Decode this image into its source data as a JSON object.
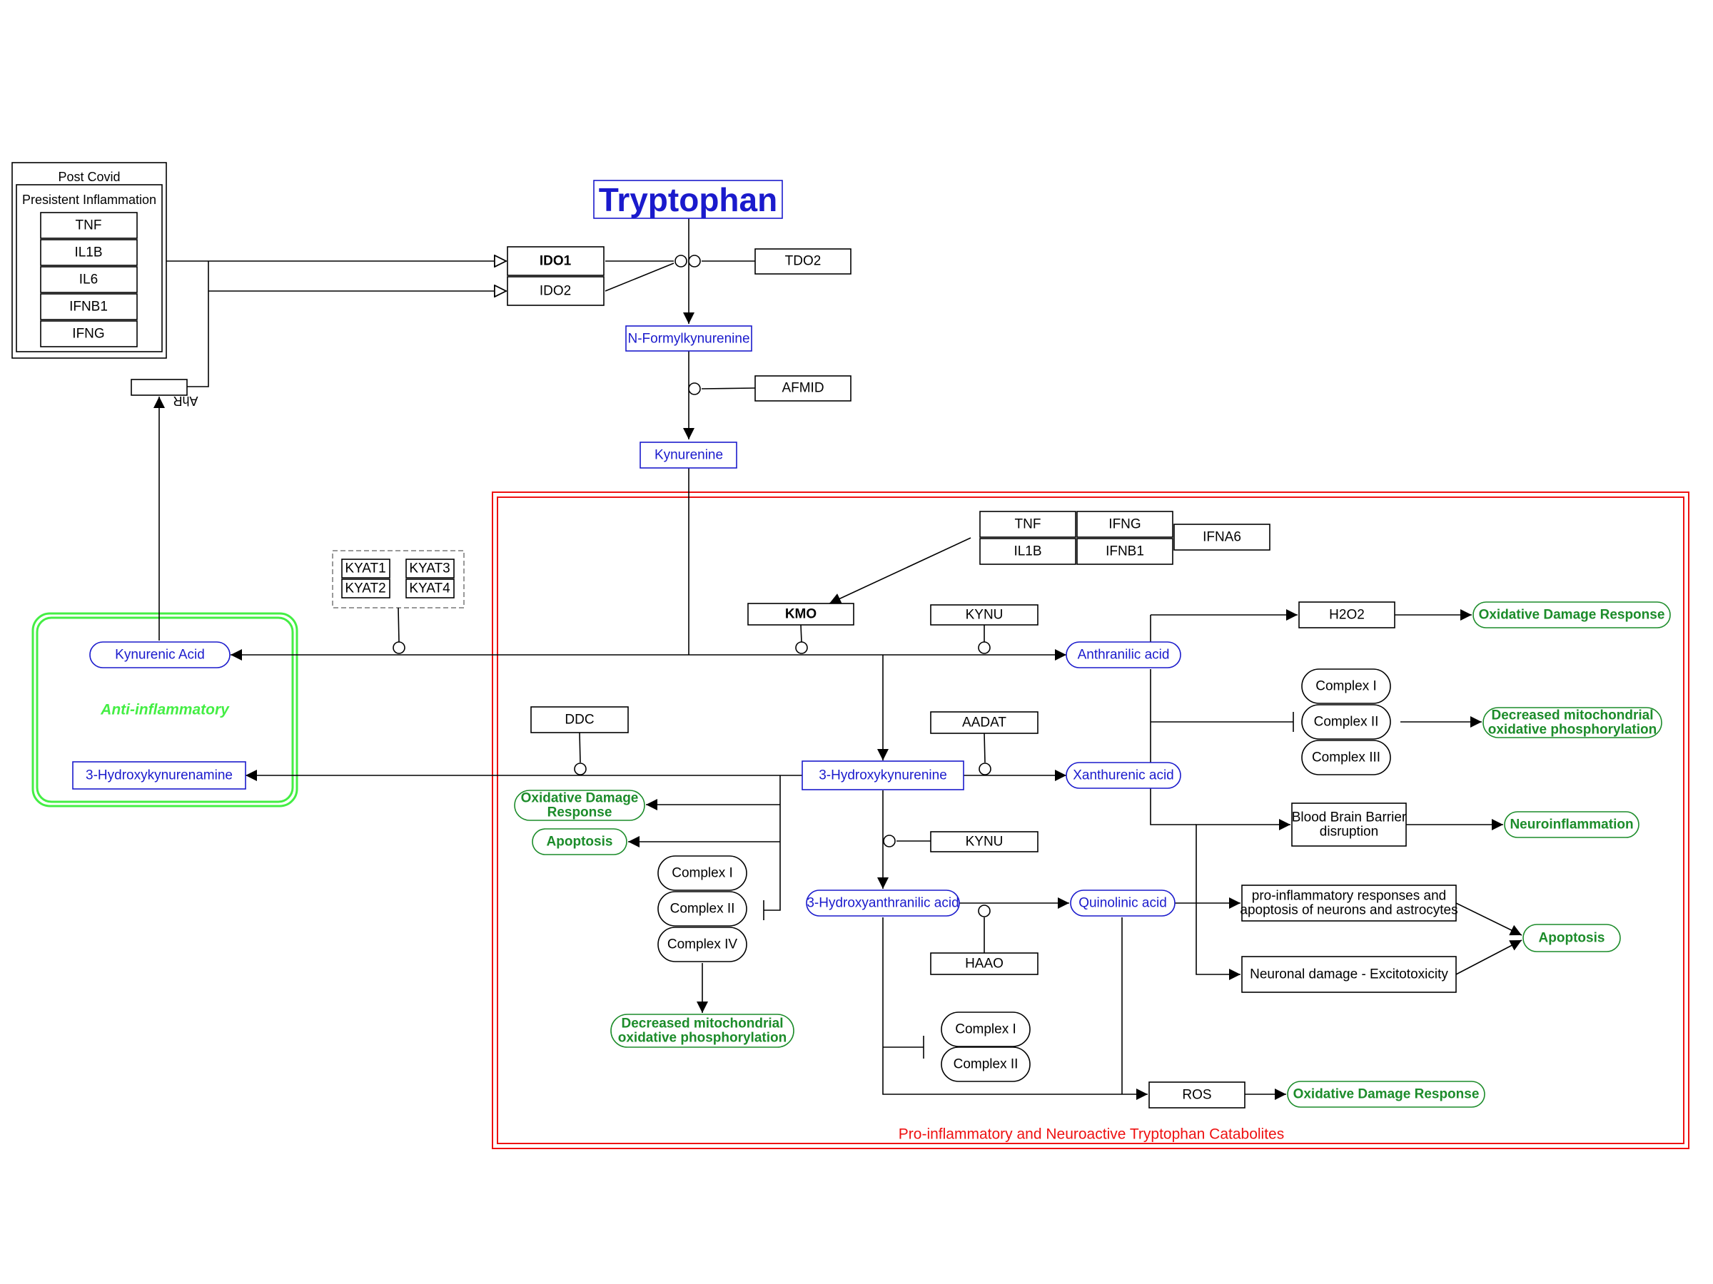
{
  "title": "Tryptophan",
  "groups": {
    "post_covid": "Post Covid",
    "persistent_inflammation": "Presistent Inflammation",
    "anti_inflammatory": "Anti-inflammatory",
    "pro_inflammatory": "Pro-inflammatory and Neuroactive Tryptophan Catabolites"
  },
  "cytokines": [
    "TNF",
    "IL1B",
    "IL6",
    "IFNB1",
    "IFNG"
  ],
  "ahr": "AhR",
  "enzymes": {
    "ido1": "IDO1",
    "ido2": "IDO2",
    "tdo2": "TDO2",
    "afmid": "AFMID",
    "kmo": "KMO",
    "kynu_1": "KYNU",
    "kynu_2": "KYNU",
    "aadat": "AADAT",
    "ddc": "DDC",
    "haao": "HAAO",
    "kyat1": "KYAT1",
    "kyat2": "KYAT2",
    "kyat3": "KYAT3",
    "kyat4": "KYAT4"
  },
  "kmo_regulators": {
    "tnf": "TNF",
    "ifng": "IFNG",
    "il1b": "IL1B",
    "ifnb1": "IFNB1",
    "ifna6": "IFNA6"
  },
  "metabolites": {
    "n_formylkynurenine": "N-Formylkynurenine",
    "kynurenine": "Kynurenine",
    "kynurenic_acid": "Kynurenic Acid",
    "hydroxykynurenamine": "3-Hydroxykynurenamine",
    "anthranilic_acid": "Anthranilic acid",
    "hydroxykynurenine": "3-Hydroxykynurenine",
    "xanthurenic_acid": "Xanthurenic acid",
    "hydroxyanthranilic_acid": "3-Hydroxyanthranilic acid",
    "quinolinic_acid": "Quinolinic acid"
  },
  "complexes": {
    "left": [
      "Complex I",
      "Complex II",
      "Complex IV"
    ],
    "right": [
      "Complex I",
      "Complex II",
      "Complex III"
    ],
    "bottom": [
      "Complex I",
      "Complex II"
    ]
  },
  "outcomes": {
    "h2o2": "H2O2",
    "bbb": [
      "Blood Brain Barrier",
      "disruption"
    ],
    "pro_inflammatory_responses": [
      "pro-inflammatory responses and",
      "apoptosis of neurons and astrocytes"
    ],
    "neuronal_damage": "Neuronal damage - Excitotoxicity",
    "ros": "ROS"
  },
  "phenotypes": {
    "oxidative_top": "Oxidative Damage Response",
    "mito_right": [
      "Decreased mitochondrial",
      "oxidative phosphorylation"
    ],
    "neuroinflammation": "Neuroinflammation",
    "apoptosis_right": "Apoptosis",
    "oxidative_bottom": "Oxidative Damage Response",
    "oxidative_left": [
      "Oxidative Damage",
      "Response"
    ],
    "apoptosis_left": "Apoptosis",
    "mito_left": [
      "Decreased mitochondrial",
      "oxidative phosphorylation"
    ]
  },
  "colors": {
    "metabolite": "#1a1acc",
    "phenotype": "#1c8c2a",
    "anti_inflammatory": "#44ee44",
    "pro_inflammatory": "#ee1111",
    "enzyme": "#000000"
  }
}
